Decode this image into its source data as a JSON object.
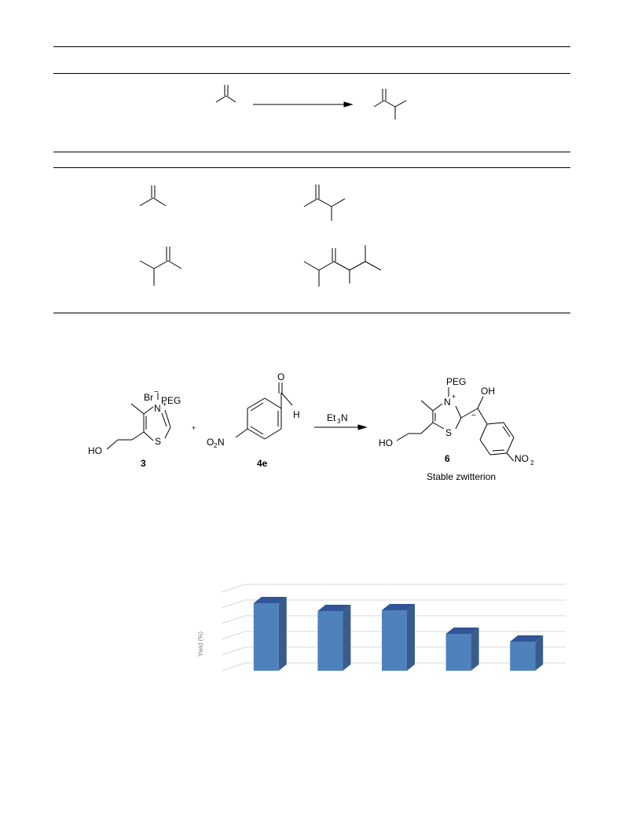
{
  "scheme2": {
    "counter_anion": "Br",
    "peg_label": "PEG",
    "ring_n": "N",
    "ring_s": "S",
    "plus": "+",
    "minus": "−",
    "hydroxyl": "HO",
    "compound_3": "3",
    "plus_sign": "+",
    "aldehyde_o": "O",
    "aldehyde_h": "H",
    "nitro": "O",
    "nitro_sub": "2",
    "nitro_n": "N",
    "compound_4e": "4e",
    "reagent_base": "Et",
    "reagent_sub": "3",
    "reagent_n": "N",
    "product_peg": "PEG",
    "product_n": "N",
    "product_s": "S",
    "product_oh": "OH",
    "product_ho": "HO",
    "product_no2_main": "NO",
    "product_no2_sub": "2",
    "compound_6": "6",
    "caption": "Stable zwitterion"
  },
  "chart_data": {
    "type": "bar",
    "style": "3d-column",
    "ylabel": "Yield (%)",
    "categories": [
      "",
      "",
      "",
      "",
      ""
    ],
    "values": [
      86,
      76,
      77,
      47,
      37
    ],
    "ylim": [
      0,
      100
    ],
    "grid": true,
    "colors": {
      "front": "#4f81bd",
      "side": "#385d8a",
      "top": "#2f5597",
      "grid": "#d9d9d9"
    }
  }
}
